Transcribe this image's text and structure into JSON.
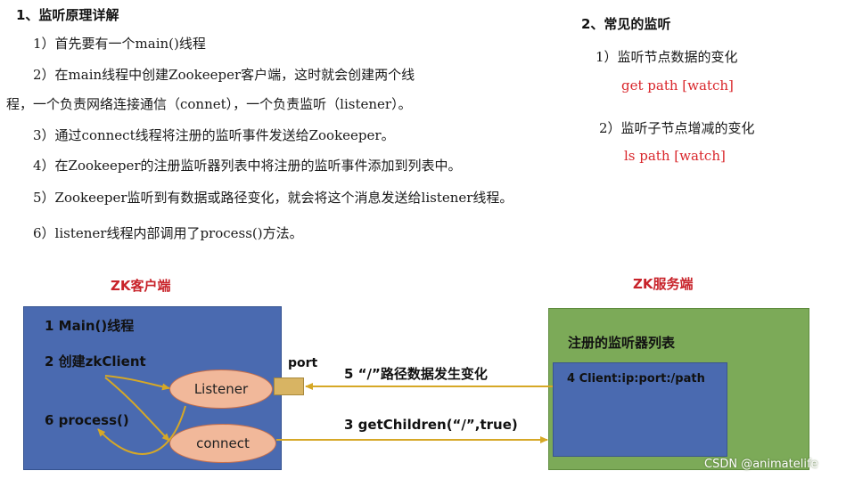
{
  "left": {
    "heading": "1、监听原理详解",
    "items": [
      "1）首先要有一个main()线程",
      "2）在main线程中创建Zookeeper客户端，这时就会创建两个线",
      "程，一个负责网络连接通信（connet），一个负责监听（listener）。",
      "3）通过connect线程将注册的监听事件发送给Zookeeper。",
      "4）在Zookeeper的注册监听器列表中将注册的监听事件添加到列表中。",
      "5）Zookeeper监听到有数据或路径变化，就会将这个消息发送给listener线程。",
      "6）listener线程内部调用了process()方法。"
    ]
  },
  "right": {
    "heading": "2、常见的监听",
    "item1": "1）监听节点数据的变化",
    "cmd1": "get path [watch]",
    "item2": "2）监听子节点增减的变化",
    "cmd2": "ls path [watch]"
  },
  "diagram": {
    "client_title": "ZK客户端",
    "server_title": "ZK服务端",
    "client_line1": "1 Main()线程",
    "client_line2": "2 创建zkClient",
    "client_line3": "6 process()",
    "listener": "Listener",
    "connect": "connect",
    "port": "port",
    "msg5": "5 “/”路径数据发生变化",
    "msg3": "3 getChildren(“/”,true)",
    "registry_title": "注册的监听器列表",
    "registry_entry": "4 Client:ip:port:/path"
  },
  "watermark": "CSDN @animatelife",
  "colors": {
    "client_fill": "#4a6ab0",
    "server_fill": "#7caa58",
    "oval_fill": "#f1b89a",
    "arrow": "#d6a826",
    "red": "#c8232a"
  }
}
